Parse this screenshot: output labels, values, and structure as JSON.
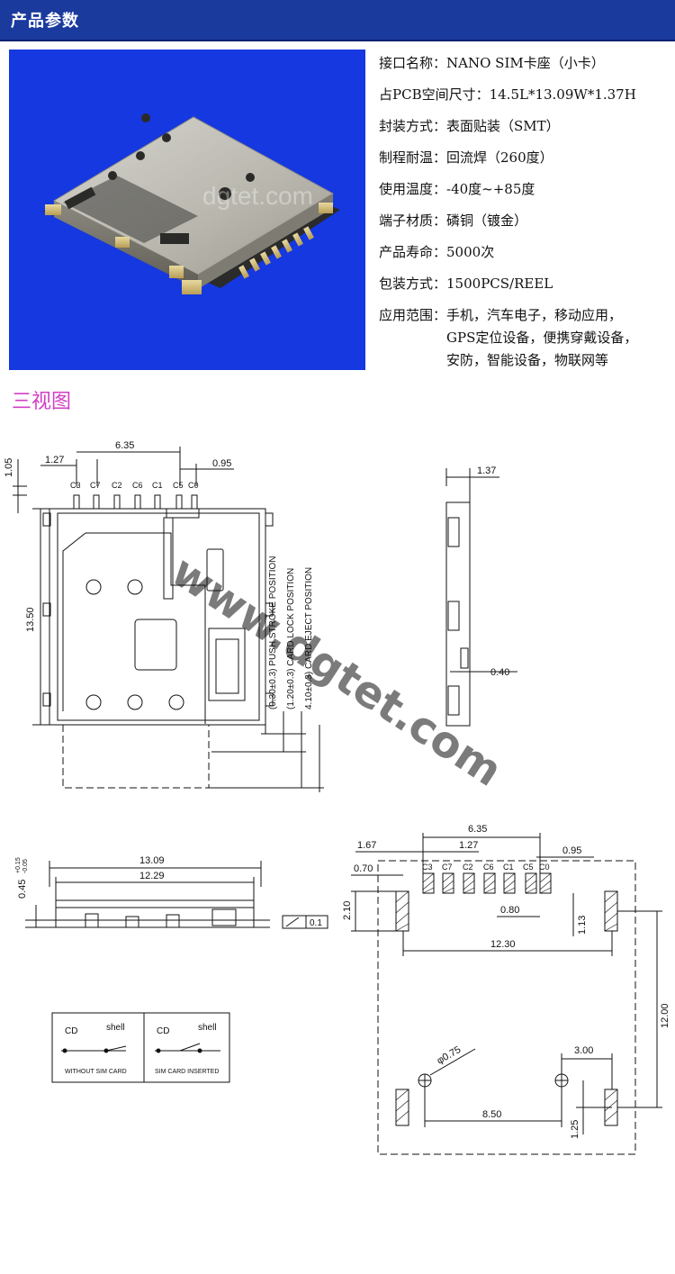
{
  "header": {
    "title": "产品参数"
  },
  "photo": {
    "watermark": "dgtet.com"
  },
  "specs": [
    {
      "label": "接口名称：",
      "value": "NANO SIM卡座（小卡）"
    },
    {
      "label": "占PCB空间尺寸：",
      "value": "14.5L*13.09W*1.37H"
    },
    {
      "label": "封装方式：",
      "value": "表面贴装（SMT）"
    },
    {
      "label": "制程耐温：",
      "value": "回流焊（260度）"
    },
    {
      "label": "使用温度：",
      "value": "-40度~+85度"
    },
    {
      "label": "端子材质：",
      "value": "磷铜（镀金）"
    },
    {
      "label": "产品寿命：",
      "value": "5000次"
    },
    {
      "label": "包装方式：",
      "value": "1500PCS/REEL"
    },
    {
      "label": "应用范围：",
      "value": "手机，汽车电子，移动应用，\nGPS定位设备，便携穿戴设备，\n安防，智能设备，物联网等"
    }
  ],
  "section": {
    "title": "三视图"
  },
  "drawing": {
    "watermark": "www.dgtet.com",
    "top_view": {
      "dims": {
        "d105": "1.05",
        "d127": "1.27",
        "d635": "6.35",
        "d095": "0.95",
        "d1350": "13.50"
      },
      "pins": [
        "C3",
        "C7",
        "C2",
        "C6",
        "C1",
        "C5",
        "C0"
      ],
      "positions": [
        "(0.30±0.3) PUSH STROKE POSITION",
        "(1.20±0.3) CARD LOCK POSITION",
        "4.10±0.3) CARD EJECT POSITION"
      ]
    },
    "side_view": {
      "d137": "1.37",
      "d040": "0.40"
    },
    "front_view": {
      "d045": "0.45",
      "d045_tol_up": "+0.15",
      "d045_tol_dn": "-0.05",
      "d1309": "13.09",
      "d1229": "12.29",
      "flatness": "0.1"
    },
    "switch_table": {
      "cd": "CD",
      "shell": "shell",
      "left_caption": "WITHOUT SIM CARD",
      "right_caption": "SIM CARD INSERTED"
    },
    "footprint": {
      "pins": [
        "C3",
        "C7",
        "C2",
        "C6",
        "C1",
        "C5",
        "C0"
      ],
      "d167": "1.67",
      "d635": "6.35",
      "d127": "1.27",
      "d095": "0.95",
      "d070": "0.70",
      "d210": "2.10",
      "d080": "0.80",
      "d113": "1.13",
      "d1230": "12.30",
      "d1200": "12.00",
      "d075": "φ0.75",
      "d300": "3.00",
      "d850": "8.50",
      "d125": "1.25"
    }
  }
}
